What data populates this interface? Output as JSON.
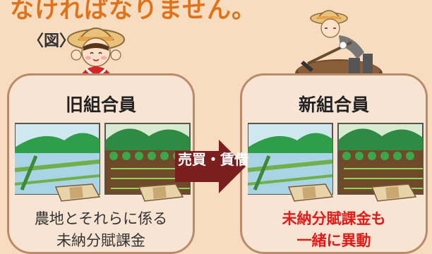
{
  "header": {
    "top_text": "なければなりません。",
    "figure_label": "〈図〉"
  },
  "panels": {
    "left": {
      "title": "旧組合員",
      "caption_line1": "農地とそれらに係る",
      "caption_line2": "未納分賦課金"
    },
    "right": {
      "title": "新組合員",
      "caption_line1": "未納分賦課金も",
      "caption_line2": "一緒に異動"
    }
  },
  "arrow": {
    "label": "売買・賃借"
  },
  "colors": {
    "background": "#f8dcc0",
    "panel_border": "#b98b6b",
    "arrow": "#7a1e1e",
    "highlight_text": "#e11a1a",
    "header_text": "#e0731a"
  },
  "icons": [
    "farmer-woman-icon",
    "farmer-man-hoeing-icon",
    "rice-paddy-icon",
    "vegetable-field-icon",
    "money-bundle-icon"
  ]
}
